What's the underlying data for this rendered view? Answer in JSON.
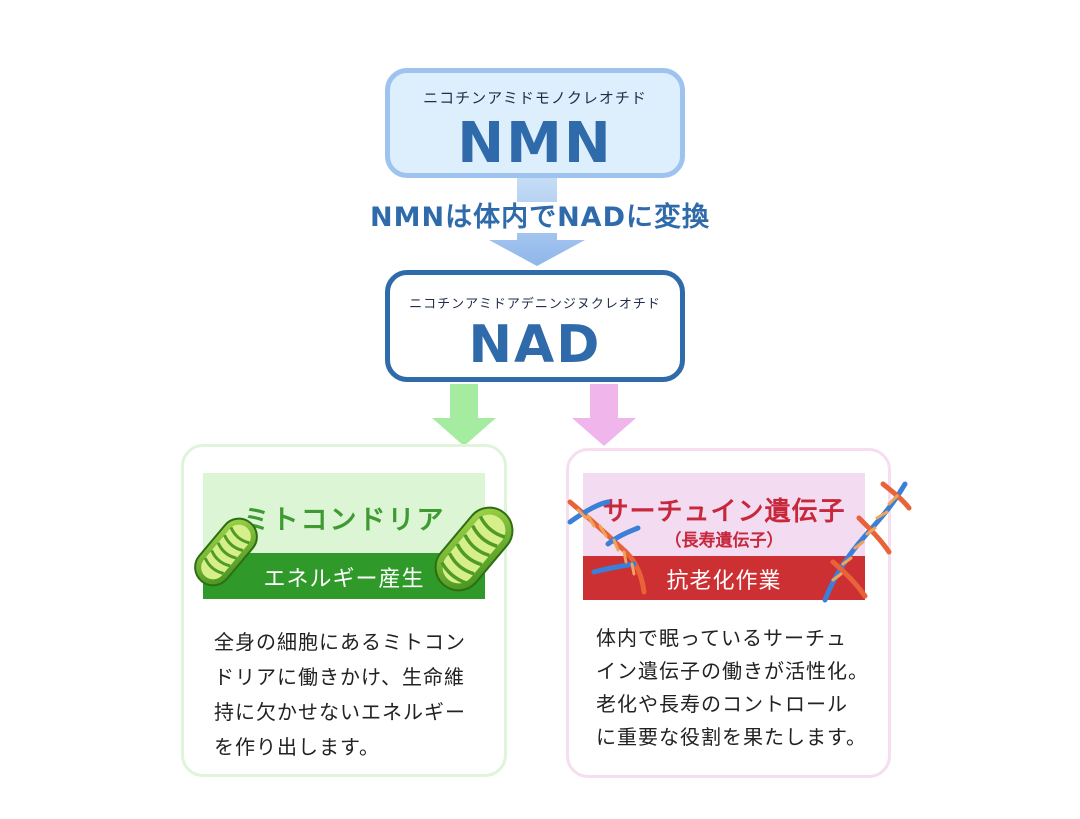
{
  "nmn": {
    "subtitle": "ニコチンアミドモノクレオチド",
    "title": "NMN"
  },
  "conversion_text": "NMNは体内でNADに変換",
  "nad": {
    "subtitle": "ニコチンアミドアデニンジヌクレオチド",
    "title": "NAD"
  },
  "mitochondria": {
    "title": "ミトコンドリア",
    "band": "エネルギー産生",
    "body": [
      "全身の細胞にあるミトコン",
      "ドリアに働きかけ、生命維",
      "持に欠かせないエネルギー",
      "を作り出します。"
    ]
  },
  "sirtuin": {
    "title": "サーチュイン遺伝子",
    "subtitle": "（長寿遺伝子）",
    "band": "抗老化作業",
    "body": [
      "体内で眠っているサーチュ",
      "イン遺伝子の働きが活性化。",
      "老化や長寿のコントロール",
      "に重要な役割を果たします。"
    ]
  },
  "colors": {
    "nmn_border": "#9ec3ee",
    "nmn_fill": "#ddeefc",
    "nad_border": "#2f6aaa",
    "green": "#2f9a2a",
    "green_light": "#dcf5d4",
    "red": "#cc3032",
    "pink_light": "#f3dcf1"
  },
  "icons": [
    "mitochondria-icon",
    "dna-icon"
  ]
}
